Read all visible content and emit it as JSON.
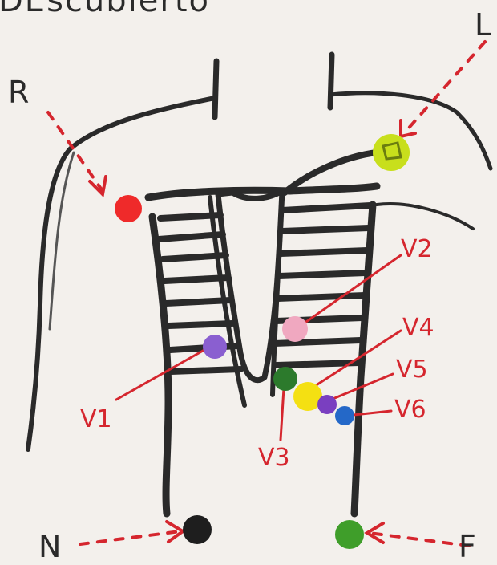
{
  "title": "DEscubierto",
  "colors": {
    "paper": "#f3f0ec",
    "ink": "#2a2a2a",
    "red_ink": "#d5262e",
    "electrode_R": "#ef2a2a",
    "electrode_L": "#c8df1c",
    "electrode_N": "#1e1e1e",
    "electrode_F": "#3f9e2a",
    "electrode_V1": "#8a5fd0",
    "electrode_V2": "#f0a8c0",
    "electrode_V3": "#2c7a2c",
    "electrode_V4": "#f4e012",
    "electrode_V5": "#7a3fc0",
    "electrode_V6": "#2468c8"
  },
  "labels": {
    "R": "R",
    "L": "L",
    "N": "N",
    "F": "F",
    "V1": "V1",
    "V2": "V2",
    "V3": "V3",
    "V4": "V4",
    "V5": "V5",
    "V6": "V6"
  }
}
